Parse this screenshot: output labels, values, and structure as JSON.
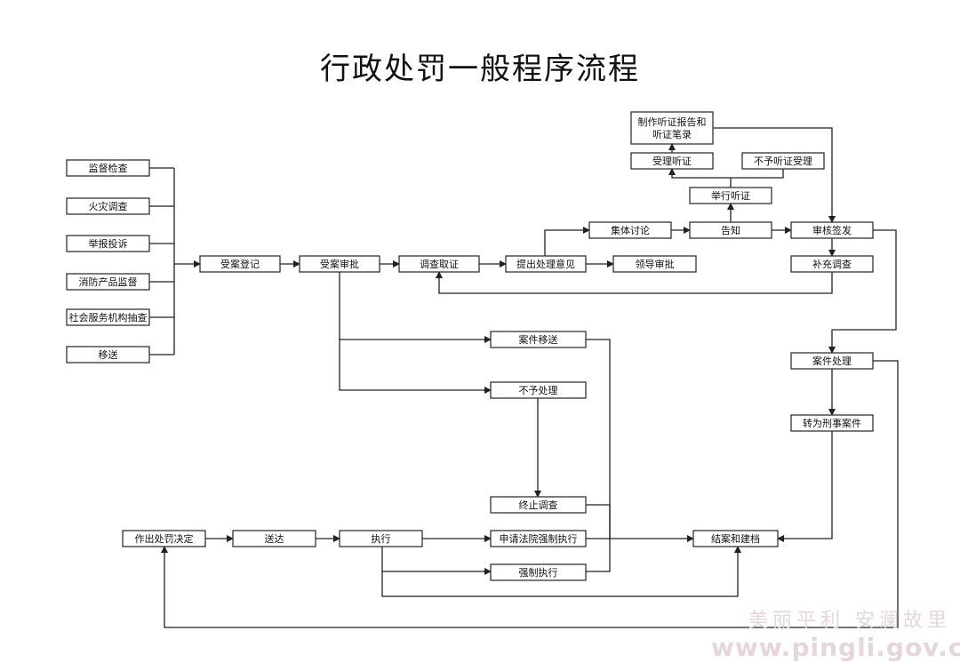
{
  "title": "行政处罚一般程序流程",
  "nodes": {
    "jiandu": "监督检查",
    "huozai": "火灾调查",
    "jubao": "举报投诉",
    "xiaofang": "消防产品监督",
    "shehui": "社会服务机构抽查",
    "yisong": "移送",
    "shouan_dengji": "受案登记",
    "shouan_shenpi": "受案审批",
    "diaocha": "调查取证",
    "tichu": "提出处理意见",
    "jiti": "集体讨论",
    "lingdao": "领导审批",
    "gaozhi": "告知",
    "juxing": "举行听证",
    "shouli": "受理听证",
    "buyu_tingzheng": "不予听证受理",
    "zhizuo": [
      "制作听证报告和",
      "听证笔录"
    ],
    "shenhe": "审核签发",
    "buchong": "补充调查",
    "anjian_yisong": "案件移送",
    "buyu_chuli": "不予处理",
    "anjian_chuli": "案件处理",
    "zhuanwei": "转为刑事案件",
    "zhongzhi": "终止调查",
    "zuochu": "作出处罚决定",
    "songda": "送达",
    "zhixing": "执行",
    "shenqing": "申请法院强制执行",
    "qiangzhi": "强制执行",
    "jiean": "结案和建档"
  },
  "watermark": {
    "line1": "美丽平利 安澜故里",
    "line2": "www.pingli.gov.cn"
  },
  "colors": {
    "stroke": "#222222",
    "watermark": "#e5d6da"
  }
}
